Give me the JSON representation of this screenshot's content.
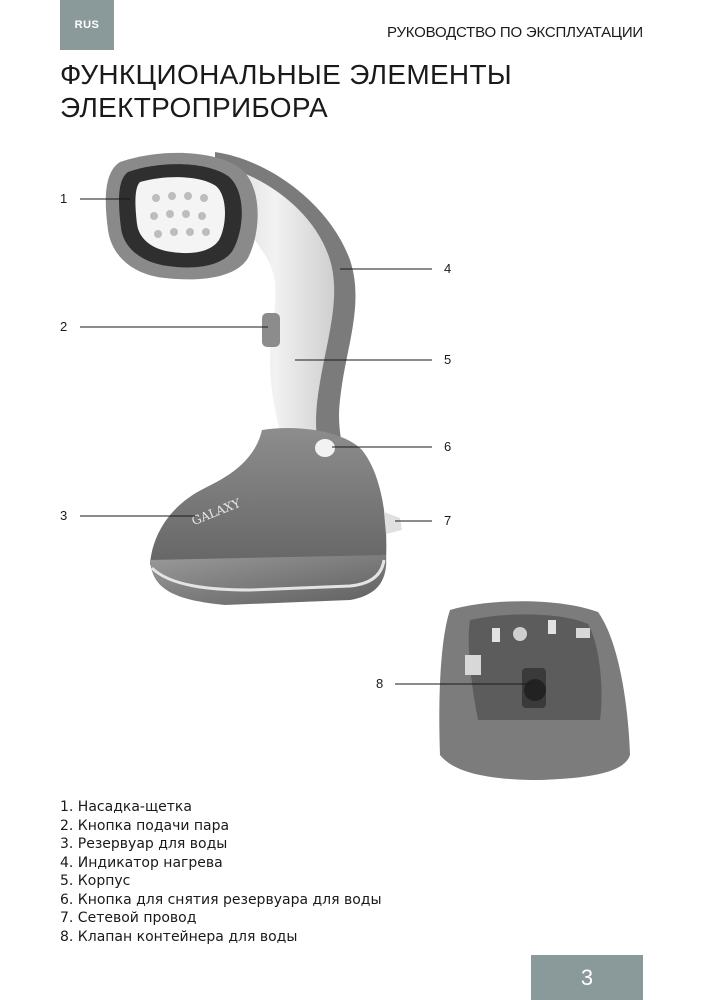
{
  "header": {
    "lang": "RUS",
    "title": "РУКОВОДСТВО ПО ЭКСПЛУАТАЦИИ"
  },
  "page_title": {
    "line1": "ФУНКЦИОНАЛЬНЫЕ ЭЛЕМЕНТЫ",
    "line2": "ЭЛЕКТРОПРИБОРА"
  },
  "figure": {
    "brand": "GALAXY",
    "callouts": [
      "1",
      "2",
      "3",
      "4",
      "5",
      "6",
      "7",
      "8"
    ]
  },
  "legend": [
    "1. Насадка-щетка",
    "2. Кнопка подачи пара",
    "3. Резервуар для воды",
    "4. Индикатор нагрева",
    "5. Корпус",
    "6. Кнопка для снятия резервуара для воды",
    "7. Сетевой провод",
    "8. Клапан контейнера для воды"
  ],
  "page_number": "3",
  "colors": {
    "accent": "#8a9a9b",
    "device_dark": "#7a7a7a",
    "device_light": "#e6e6e6"
  }
}
